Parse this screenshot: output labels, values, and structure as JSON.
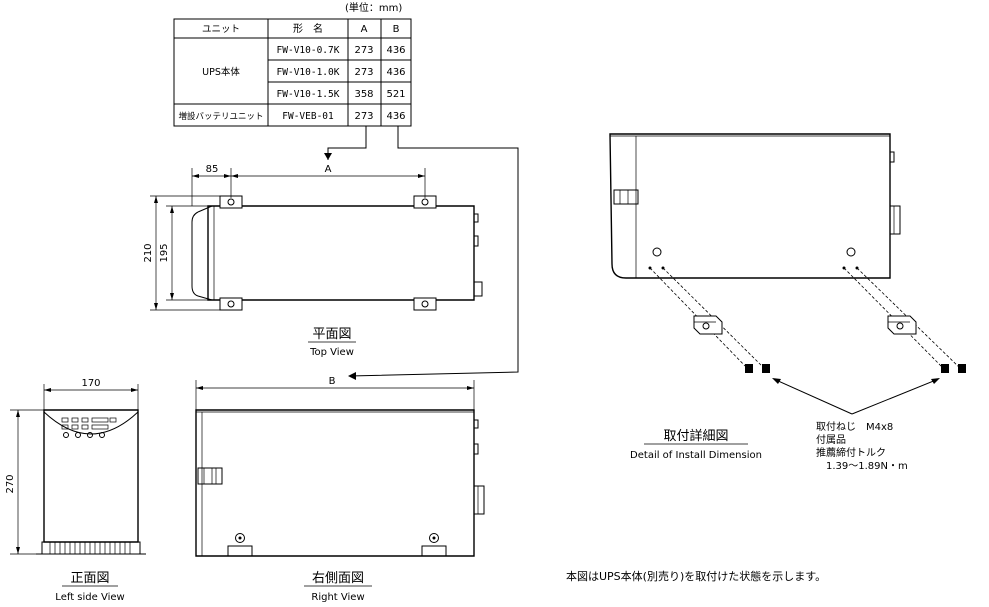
{
  "unit_note": "(単位：mm)",
  "table": {
    "headers": [
      "ユニット",
      "形　名",
      "A",
      "B"
    ],
    "groups": [
      {
        "unit": "UPS本体",
        "rows": [
          {
            "model": "FW-V10-0.7K",
            "a": "273",
            "b": "436"
          },
          {
            "model": "FW-V10-1.0K",
            "a": "273",
            "b": "436"
          },
          {
            "model": "FW-V10-1.5K",
            "a": "358",
            "b": "521"
          }
        ]
      },
      {
        "unit": "増設バッテリユニット",
        "rows": [
          {
            "model": "FW-VEB-01",
            "a": "273",
            "b": "436"
          }
        ]
      }
    ]
  },
  "top_view": {
    "dim_85": "85",
    "dim_a": "A",
    "dim_210": "210",
    "dim_195": "195",
    "title_ja": "平面図",
    "title_en": "Top View"
  },
  "left_view": {
    "dim_width": "170",
    "dim_height": "270",
    "title_ja": "正面図",
    "title_en": "Left side View"
  },
  "right_view": {
    "dim_b": "B",
    "title_ja": "右側面図",
    "title_en": "Right View"
  },
  "install_detail": {
    "title_ja": "取付詳細図",
    "title_en": "Detail of Install Dimension",
    "note_line1": "取付ねじ　M4x8",
    "note_line2": "付属品",
    "note_line3": "推薦締付トルク",
    "note_line4": "1.39～1.89N・m"
  },
  "footer_note": "本図はUPS本体(別売り)を取付けた状態を示します。"
}
